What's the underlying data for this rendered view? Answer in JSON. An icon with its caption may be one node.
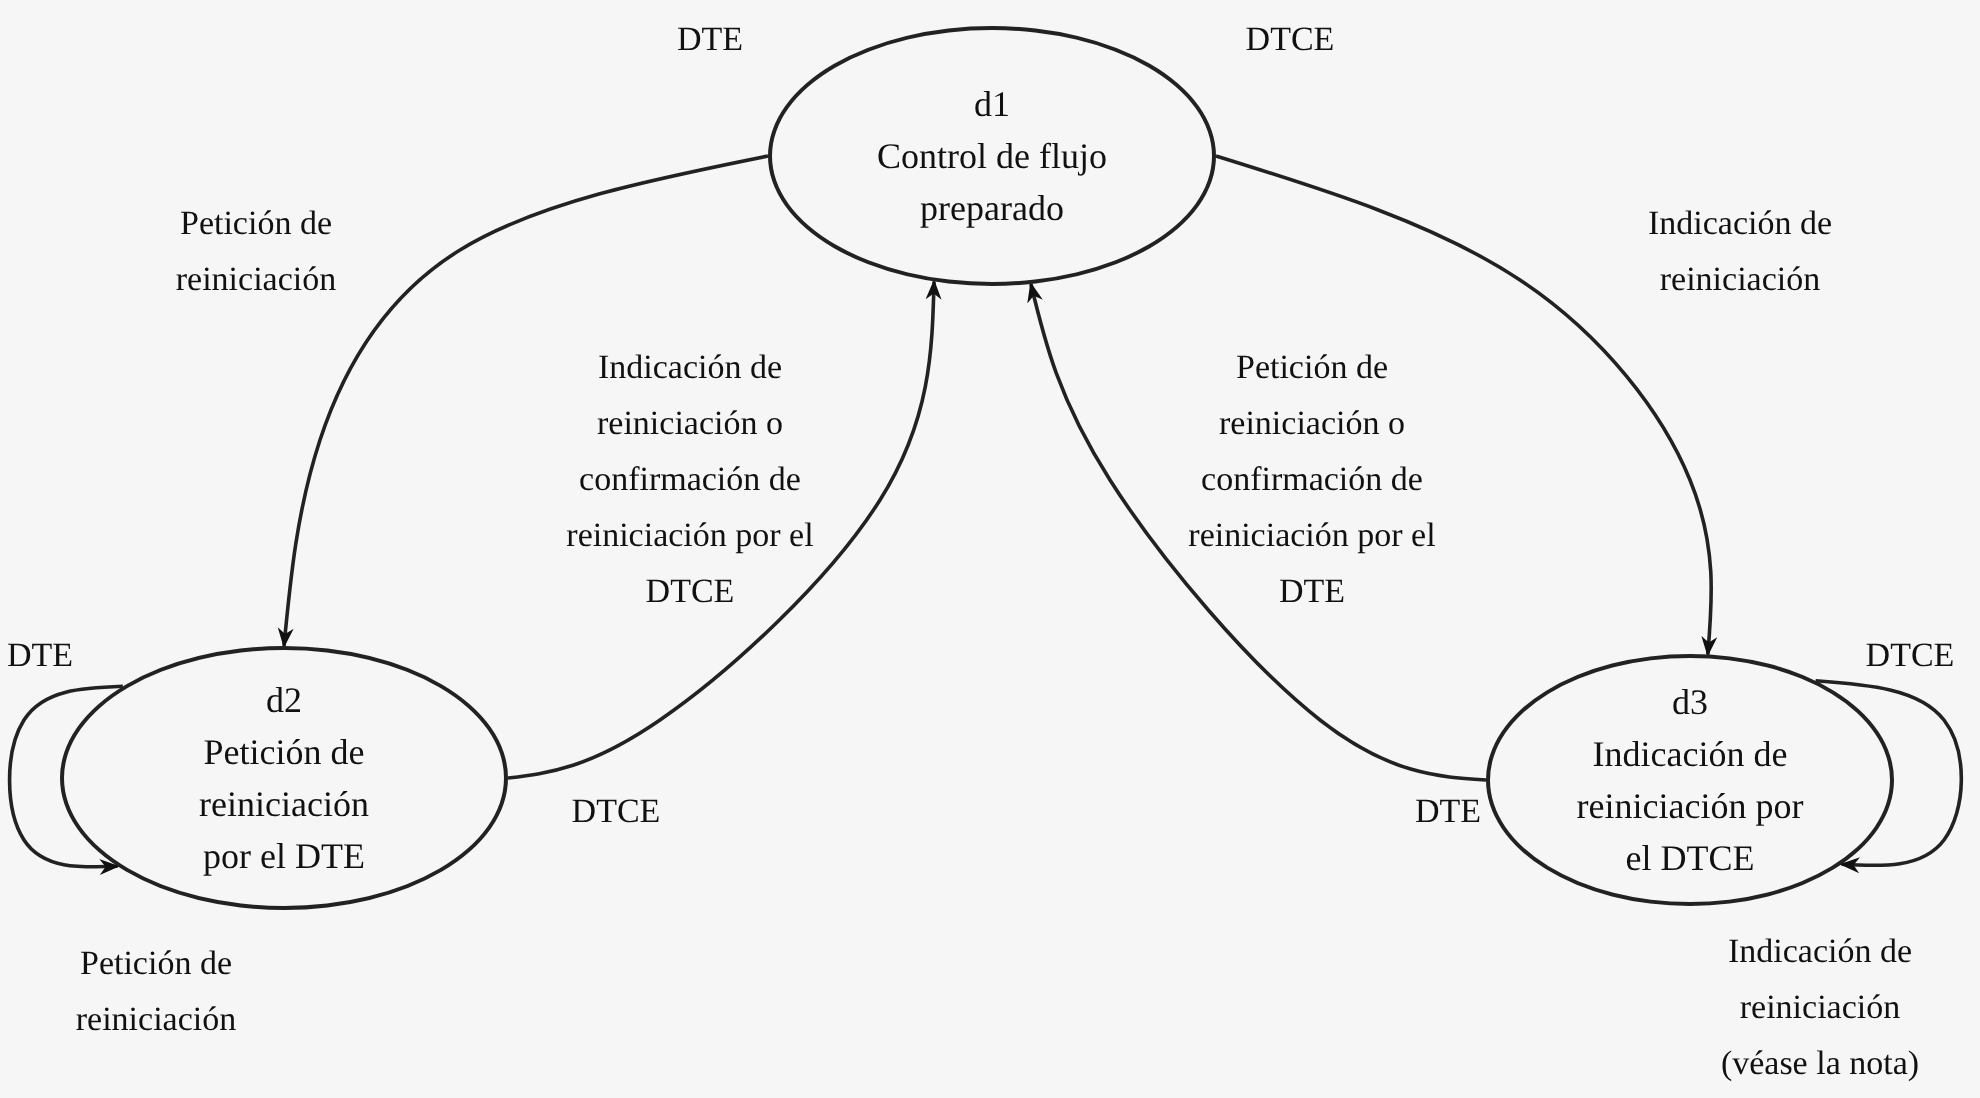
{
  "diagram": {
    "nodes": [
      {
        "text": [
          "d1",
          "Control de flujo preparado"
        ]
      },
      {
        "text": [
          "d2",
          "Petición de reiniciación por el DTE"
        ]
      },
      {
        "text": [
          "d3",
          "Indicación de reiniciación por el DTCE"
        ]
      }
    ],
    "edges": [
      {
        "from": 0,
        "to": 1,
        "arrow": "to",
        "label": "Petición de reiniciación"
      },
      {
        "from": 1,
        "to": 0,
        "arrow": "to",
        "label": "Indicación de reiniciación o confirmación de reiniciación por el DTCE"
      },
      {
        "from": 0,
        "to": 2,
        "arrow": "to",
        "label": "Indicación de reiniciación"
      },
      {
        "from": 2,
        "to": 0,
        "arrow": "to",
        "label": "Petición de reiniciación o confirmación de reiniciación por el DTE"
      },
      {
        "from": 1,
        "to": 1,
        "arrow": "to",
        "label": "Petición de reiniciación"
      },
      {
        "from": 2,
        "to": 2,
        "arrow": "to",
        "label": "Indicación de reiniciación (véase la nota)"
      }
    ],
    "labels": [
      "DTE",
      "DTCE",
      "DTE",
      "DTCE",
      "DTE",
      "DTCE"
    ]
  }
}
